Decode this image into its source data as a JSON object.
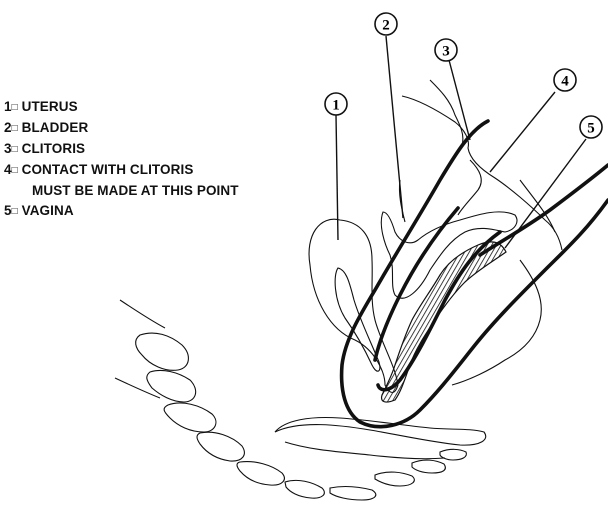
{
  "legend": [
    {
      "number": "1",
      "separator": "□",
      "text": "UTERUS"
    },
    {
      "number": "2",
      "separator": "□",
      "text": "BLADDER"
    },
    {
      "number": "3",
      "separator": "□",
      "text": "CLITORIS"
    },
    {
      "number": "4",
      "separator": "□",
      "text": "CONTACT WITH CLITORIS",
      "text_line2": "MUST BE MADE AT THIS POINT"
    },
    {
      "number": "5",
      "separator": "□",
      "text": "VAGINA"
    }
  ],
  "callouts": [
    "1",
    "2",
    "3",
    "4",
    "5"
  ],
  "colors": {
    "ink": "#111111",
    "background": "#ffffff"
  }
}
